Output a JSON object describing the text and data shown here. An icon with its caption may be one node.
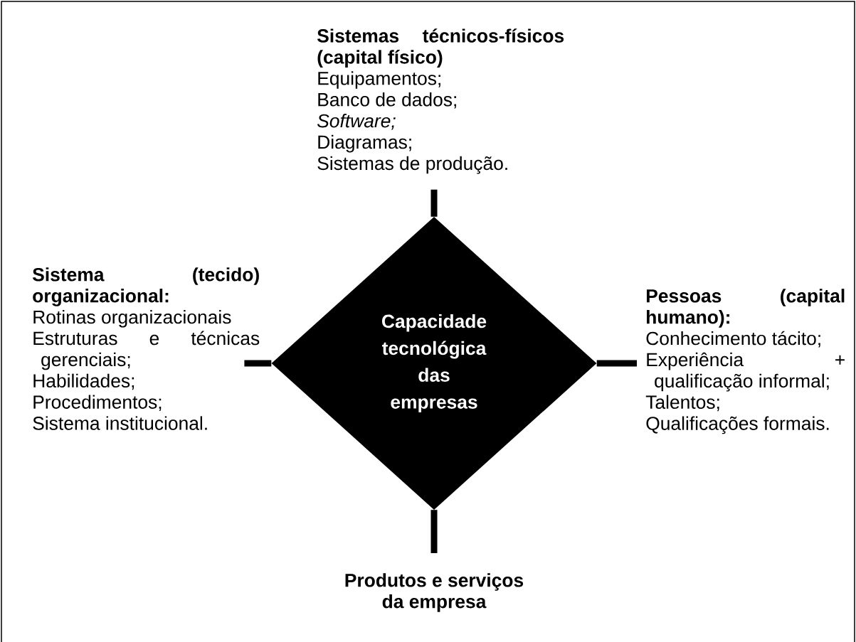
{
  "diagram": {
    "nodes": [
      {
        "text": [
          "Capacidade tecnológica das empresas"
        ]
      },
      {
        "text": [
          "Sistemas técnicos-físicos (capital físico)",
          "Equipamentos;",
          "Banco de dados;",
          "*Software;*",
          "Diagramas;",
          "Sistemas de produção."
        ]
      },
      {
        "text": [
          "Sistema (tecido) organizacional:",
          "Rotinas organizacionais",
          "Estruturas e técnicas gerenciais;",
          "Habilidades;",
          "Procedimentos;",
          "Sistema institucional."
        ]
      },
      {
        "text": [
          "Pessoas (capital humano):",
          "Conhecimento tácito;",
          "Experiência + qualificação informal;",
          "Talentos;",
          "Qualificações formais."
        ]
      },
      {
        "text": [
          "Produtos e serviços da empresa"
        ]
      }
    ],
    "edges": [
      {
        "from": 0,
        "to": 1,
        "arrow": "none"
      },
      {
        "from": 0,
        "to": 2,
        "arrow": "none"
      },
      {
        "from": 0,
        "to": 3,
        "arrow": "none"
      },
      {
        "from": 0,
        "to": 4,
        "arrow": "none"
      }
    ]
  }
}
